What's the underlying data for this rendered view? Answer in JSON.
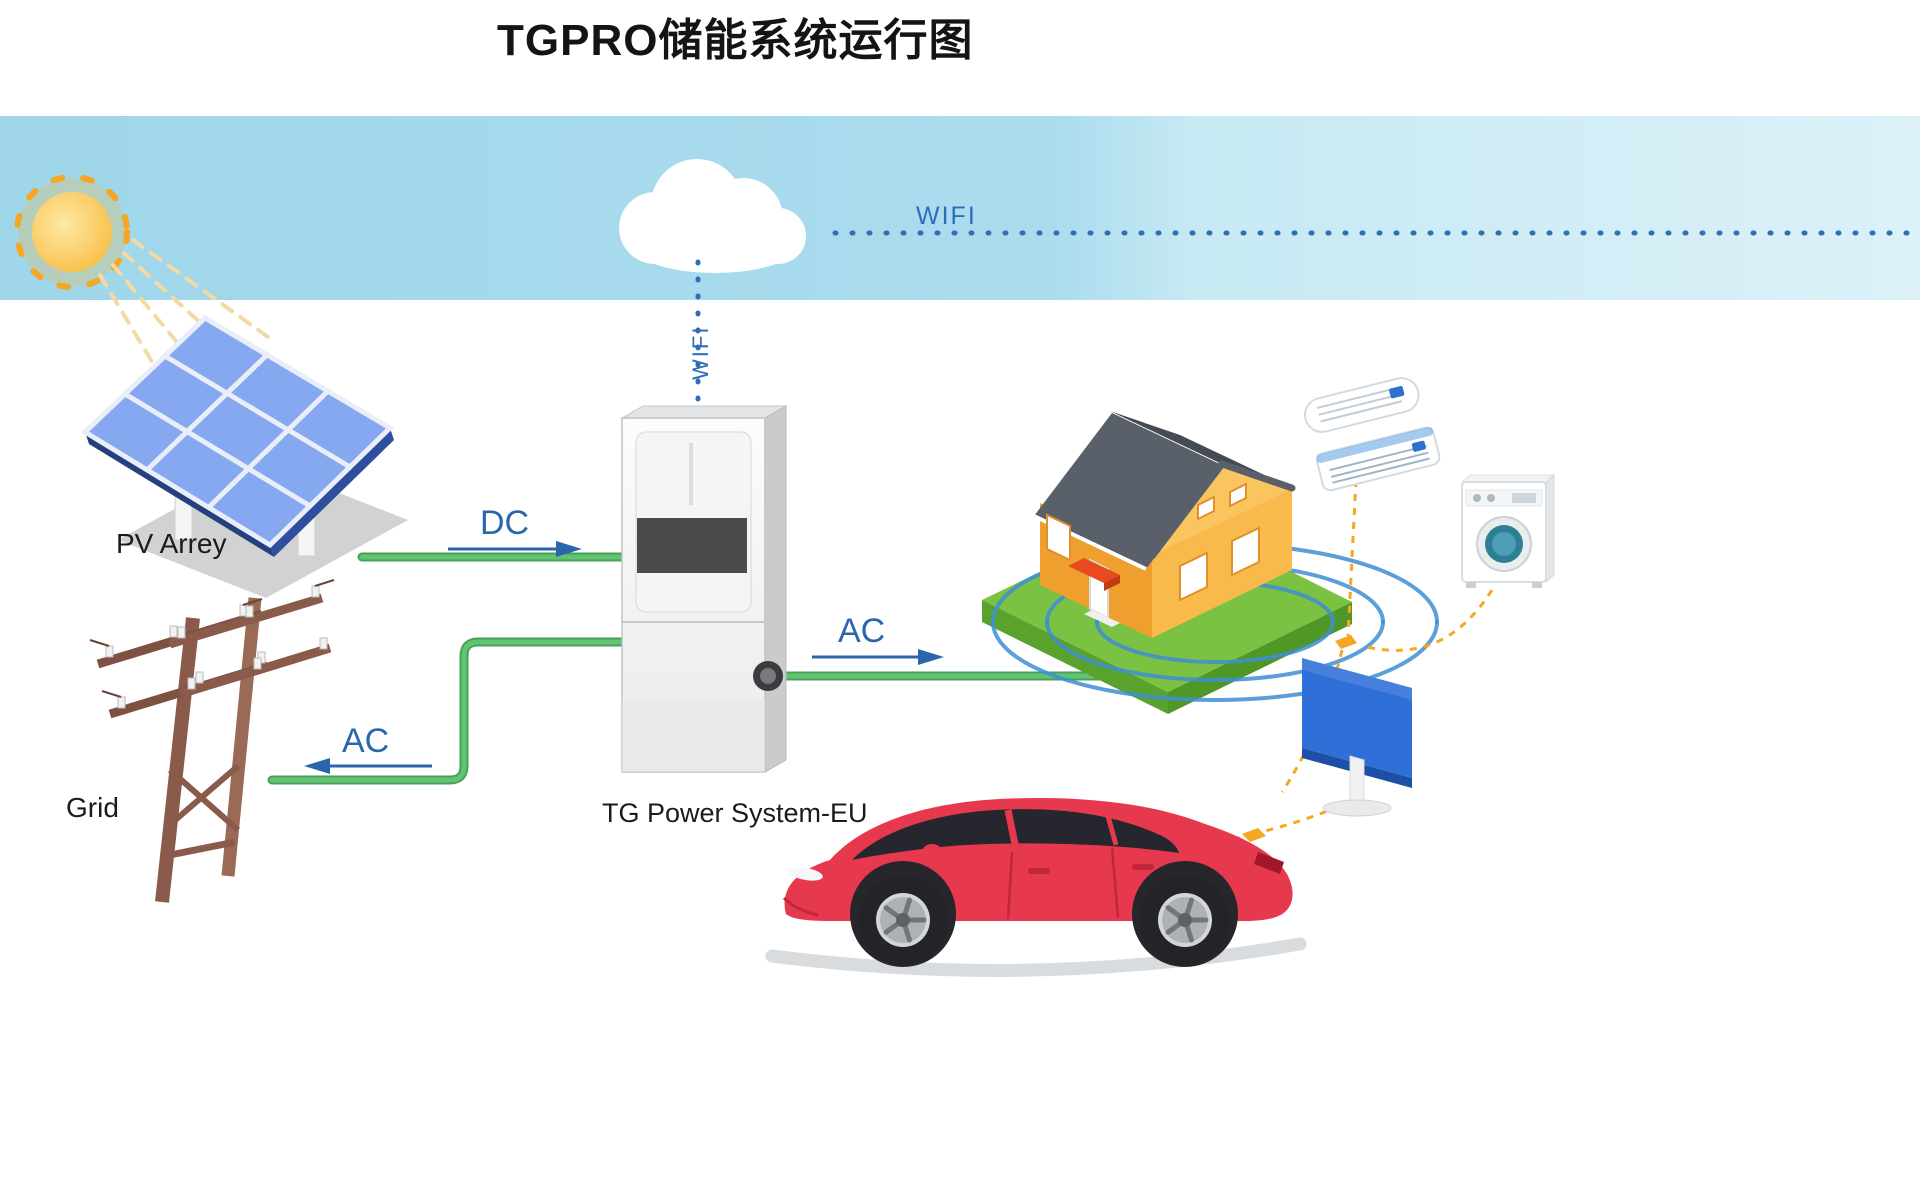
{
  "title": "TGPRO储能系统运行图",
  "nodes": {
    "pv": {
      "label": "PV Arrey"
    },
    "grid": {
      "label": "Grid"
    },
    "inverter": {
      "label": "TG Power System-EU"
    },
    "cloud_wifi": {
      "label": "WIFI"
    },
    "inverter_wifi": {
      "label": "WIFI"
    }
  },
  "flows": {
    "pv_to_inverter": {
      "label": "DC",
      "direction": "right"
    },
    "grid_to_inverter": {
      "label": "AC",
      "direction": "left"
    },
    "inverter_to_home": {
      "label": "AC",
      "direction": "right"
    }
  },
  "icons": {
    "sun": "sun-icon",
    "cloud": "cloud-icon",
    "solar_panel": "solar-panel-icon",
    "utility_pole": "utility-pole-icon",
    "inverter_cabinet": "inverter-cabinet-icon",
    "house": "house-icon",
    "wifi_ripples": "wifi-ripples-icon",
    "air_conditioner": "air-conditioner-icon",
    "washing_machine": "washing-machine-icon",
    "tv": "tv-icon",
    "car": "ev-car-icon"
  },
  "colors": {
    "sky": "#a8dcee",
    "sky_light": "#dcf1f8",
    "accent_blue": "#2b66ad",
    "wifi_blue": "#2f6db8",
    "cable_green": "#47a157",
    "ripple_blue": "#3f8fd4",
    "link_orange": "#f5a623",
    "panel_blue": "#86a8f0",
    "pole_brown": "#8a5a4a",
    "house_orange": "#f8ba4a",
    "roof_gray": "#596069",
    "grass_green": "#7cc242",
    "car_red": "#e6394e"
  }
}
